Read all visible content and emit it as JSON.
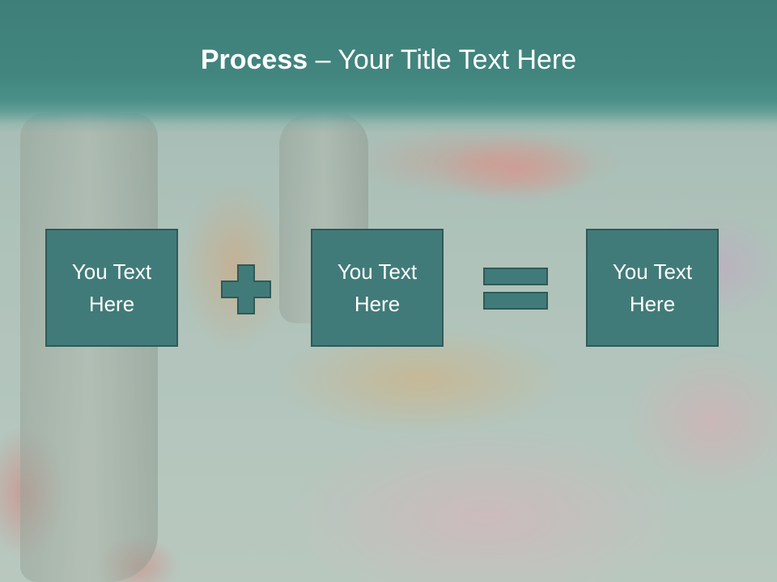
{
  "slide": {
    "title_bold": "Process",
    "title_rest": " – Your Title Text Here"
  },
  "steps": [
    {
      "text": "You Text Here"
    },
    {
      "text": "You Text Here"
    },
    {
      "text": "You Text Here"
    }
  ],
  "operators": {
    "first": "plus-icon",
    "second": "equals-icon"
  },
  "colors": {
    "title_band": "#42857f",
    "box_fill": "#417b79",
    "box_border": "#2e5a57",
    "text": "#ffffff"
  }
}
